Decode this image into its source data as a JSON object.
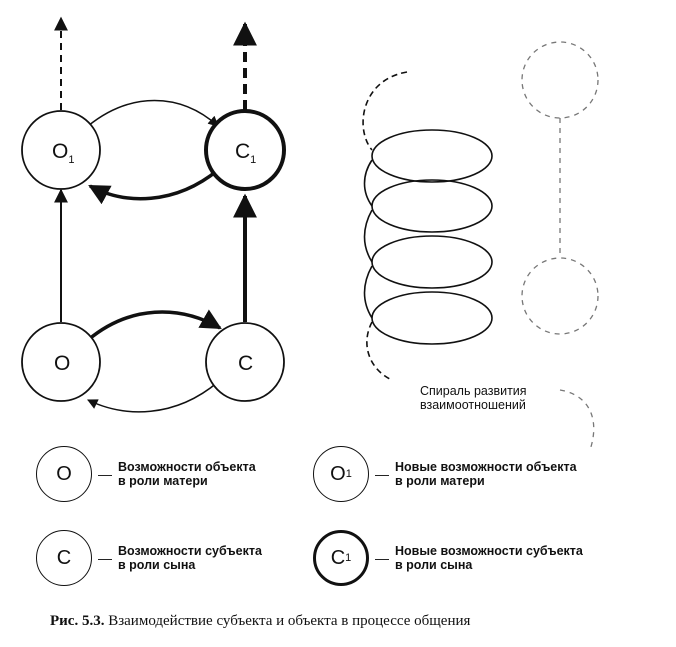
{
  "nodes": {
    "o": "O",
    "c": "C",
    "o1": {
      "letter": "O",
      "sub": "1"
    },
    "c1": {
      "letter": "C",
      "sub": "1"
    }
  },
  "spiral": {
    "label_line1": "Спираль развития",
    "label_line2": "взаимоотношений"
  },
  "legend": {
    "o": {
      "letter": "O",
      "text_line1": "Возможности объекта",
      "text_line2": "в роли матери"
    },
    "o1": {
      "letter": "O",
      "sub": "1",
      "text_line1": "Новые возможности объекта",
      "text_line2": "в роли матери"
    },
    "c": {
      "letter": "C",
      "text_line1": "Возможности субъекта",
      "text_line2": "в роли сына"
    },
    "c1": {
      "letter": "C",
      "sub": "1",
      "text_line1": "Новые возможности субъекта",
      "text_line2": "в роли сына"
    },
    "dash": "—"
  },
  "caption": {
    "number": "Рис. 5.3.",
    "text": "Взаимодействие субъекта и объекта в процессе общения"
  }
}
